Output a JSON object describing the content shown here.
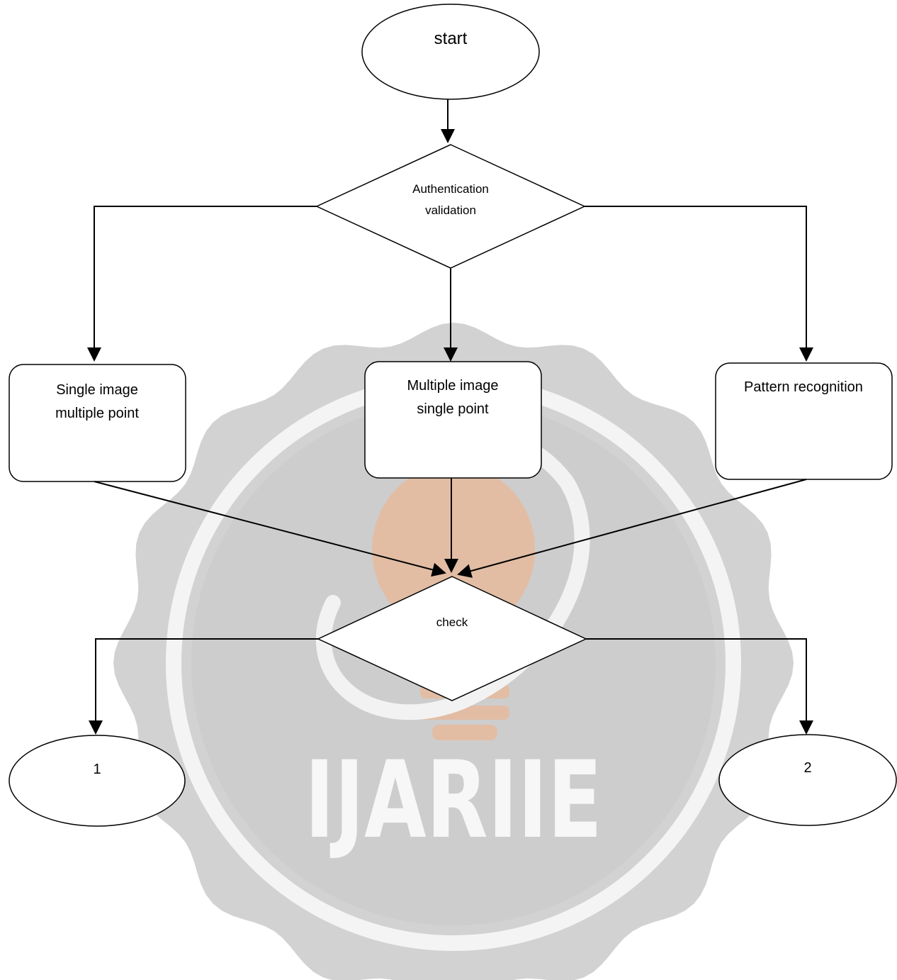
{
  "watermark": {
    "text": "IJARIIE",
    "seal_color": "#d2d2d2",
    "seal_dark": "#c4c4c4",
    "ring_color": "#f4f4f4",
    "accent_color": "#f4b183"
  },
  "nodes": {
    "start": "start",
    "decision": [
      "Authentication",
      "validation"
    ],
    "box_left": [
      "Single image",
      "multiple point"
    ],
    "box_center": [
      "Multiple image",
      "single point"
    ],
    "box_right": [
      "Pattern recognition"
    ],
    "check": "check",
    "end_left": "1",
    "end_right": "2"
  },
  "colors": {
    "stroke": "#000000",
    "fill": "#ffffff"
  }
}
